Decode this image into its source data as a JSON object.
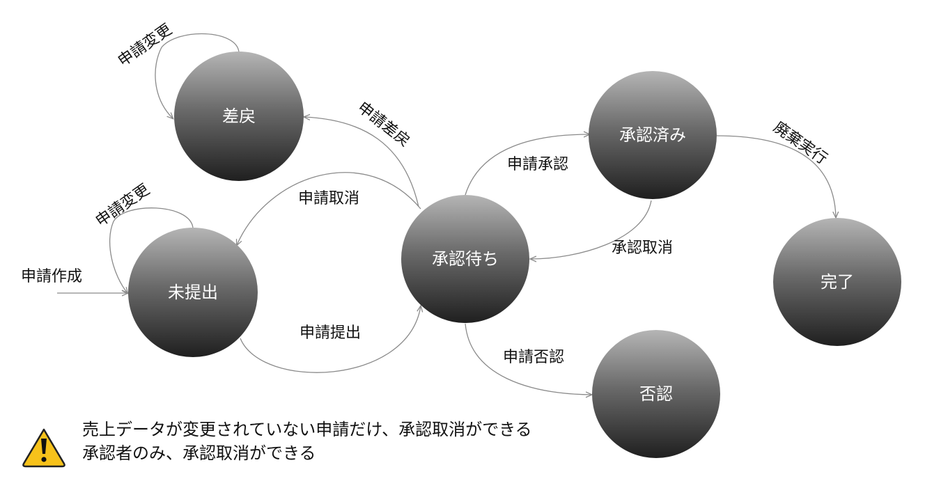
{
  "states": {
    "modoshi": "差戻",
    "mitei": "未提出",
    "machi": "承認待ち",
    "sumi": "承認済み",
    "kanryo": "完了",
    "hinin": "否認"
  },
  "transitions": {
    "henkou_top": "申請変更",
    "henkou_left": "申請変更",
    "sakusei": "申請作成",
    "sashimodoshi": "申請差戻",
    "torikeshi": "申請取消",
    "teishutsu": "申請提出",
    "shonin": "申請承認",
    "shonin_torikeshi": "承認取消",
    "haiki": "廃棄実行",
    "hinin": "申請否認"
  },
  "note": {
    "icon": "warning-icon",
    "line1": "売上データが変更されていない申請だけ、承認取消ができる",
    "line2": "承認者のみ、承認取消ができる"
  },
  "colors": {
    "node_light": "#b5b5b5",
    "node_dark": "#1f1f1f",
    "arrow": "#8a8a8a",
    "warning_fill": "#f7c21b"
  }
}
